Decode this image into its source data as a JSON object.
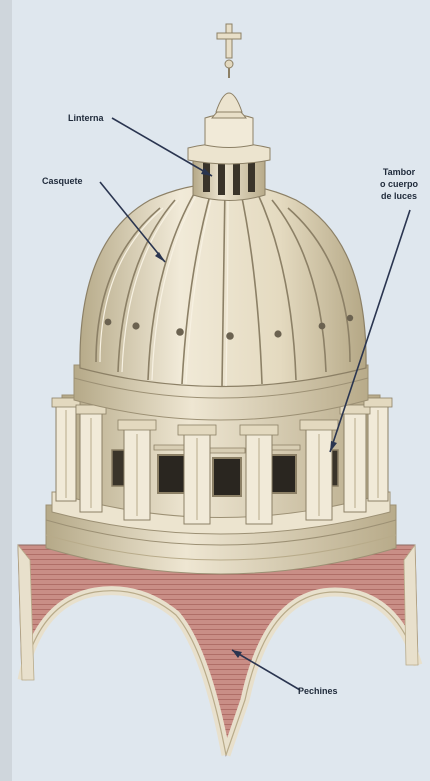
{
  "labels": {
    "linterna": "Linterna",
    "casquete": "Casquete",
    "tambor": [
      "Tambor",
      "o cuerpo",
      "de luces"
    ],
    "pechines": "Pechines"
  },
  "colors": {
    "background": "#dfe7ee",
    "stone": "#ece4cf",
    "stone_shadow": "#c9bc9c",
    "stone_dark": "#8c8066",
    "brick": "#c98e86",
    "brick_dark": "#a9665f",
    "leader_line": "#2a3550",
    "label_text": "#1f2a3a"
  }
}
